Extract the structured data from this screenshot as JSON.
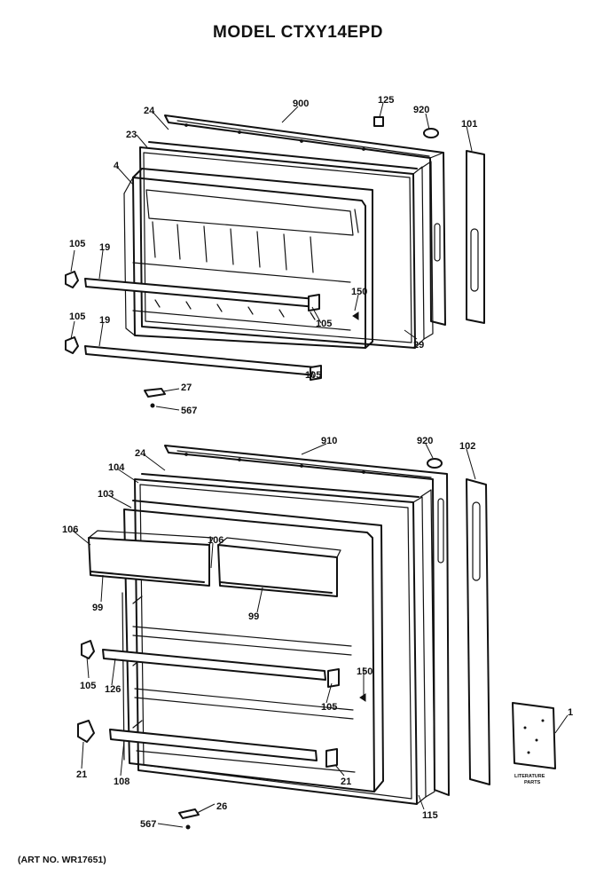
{
  "title": "MODEL CTXY14EPD",
  "art_number": "(ART NO. WR17651)",
  "literature": {
    "line1": "LITERATURE",
    "line2": "PARTS"
  },
  "labels": {
    "l900": "900",
    "l125": "125",
    "l920a": "920",
    "l101": "101",
    "l24a": "24",
    "l23": "23",
    "l4": "4",
    "l105a": "105",
    "l19a": "19",
    "l150a": "150",
    "l105b": "105",
    "l105c": "105",
    "l19b": "19",
    "l29": "29",
    "l105d": "105",
    "l27": "27",
    "l567a": "567",
    "l910": "910",
    "l920b": "920",
    "l102": "102",
    "l24b": "24",
    "l104": "104",
    "l103": "103",
    "l106a": "106",
    "l106b": "106",
    "l99a": "99",
    "l99b": "99",
    "l105e": "105",
    "l126": "126",
    "l150b": "150",
    "l105f": "105",
    "l21a": "21",
    "l108": "108",
    "l21b": "21",
    "l115": "115",
    "l1": "1",
    "l26": "26",
    "l567b": "567"
  }
}
